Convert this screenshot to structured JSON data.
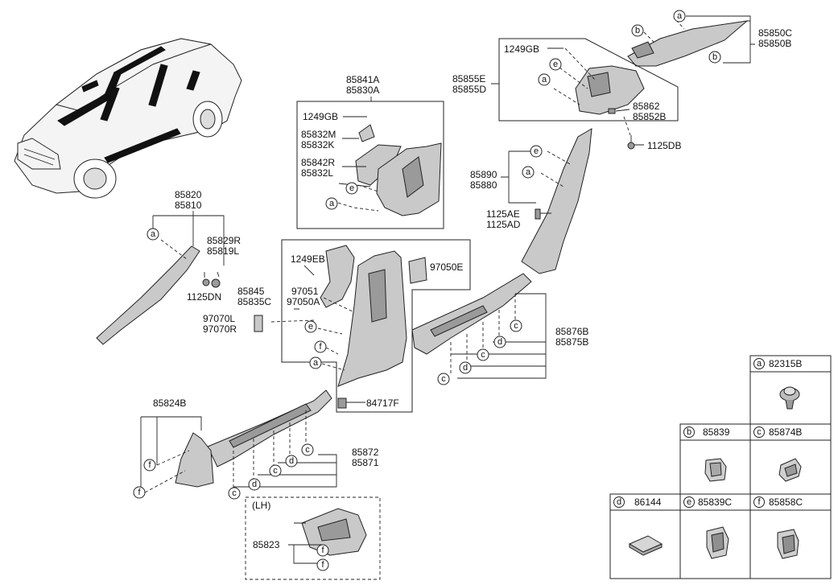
{
  "parts": {
    "p85850C": "85850C",
    "p85850B": "85850B",
    "p1249GB_a": "1249GB",
    "p85855E": "85855E",
    "p85855D": "85855D",
    "p85862": "85862",
    "p85852B": "85852B",
    "p1125DB": "1125DB",
    "p85841A": "85841A",
    "p85830A": "85830A",
    "p1249GB_b": "1249GB",
    "p85832M": "85832M",
    "p85832K": "85832K",
    "p85842R": "85842R",
    "p85832L": "85832L",
    "p85820": "85820",
    "p85810": "85810",
    "p85829R": "85829R",
    "p85819L": "85819L",
    "p1125DN": "1125DN",
    "p85890": "85890",
    "p85880": "85880",
    "p1125AE": "1125AE",
    "p1125AD": "1125AD",
    "p1249EB": "1249EB",
    "p97050E": "97050E",
    "p85845": "85845",
    "p85835C": "85835C",
    "p97051": "97051",
    "p97050A": "97050A",
    "p97070L": "97070L",
    "p97070R": "97070R",
    "p84717F": "84717F",
    "p85876B": "85876B",
    "p85875B": "85875B",
    "p85824B": "85824B",
    "p85872": "85872",
    "p85871": "85871",
    "lh_label": "(LH)",
    "p85823": "85823"
  },
  "legend": [
    {
      "letter": "a",
      "part": "82315B"
    },
    {
      "letter": "b",
      "part": "85839"
    },
    {
      "letter": "c",
      "part": "85874B"
    },
    {
      "letter": "d",
      "part": "86144"
    },
    {
      "letter": "e",
      "part": "85839C"
    },
    {
      "letter": "f",
      "part": "85858C"
    }
  ],
  "callouts": {
    "a": "a",
    "b": "b",
    "c": "c",
    "d": "d",
    "e": "e",
    "f": "f"
  }
}
